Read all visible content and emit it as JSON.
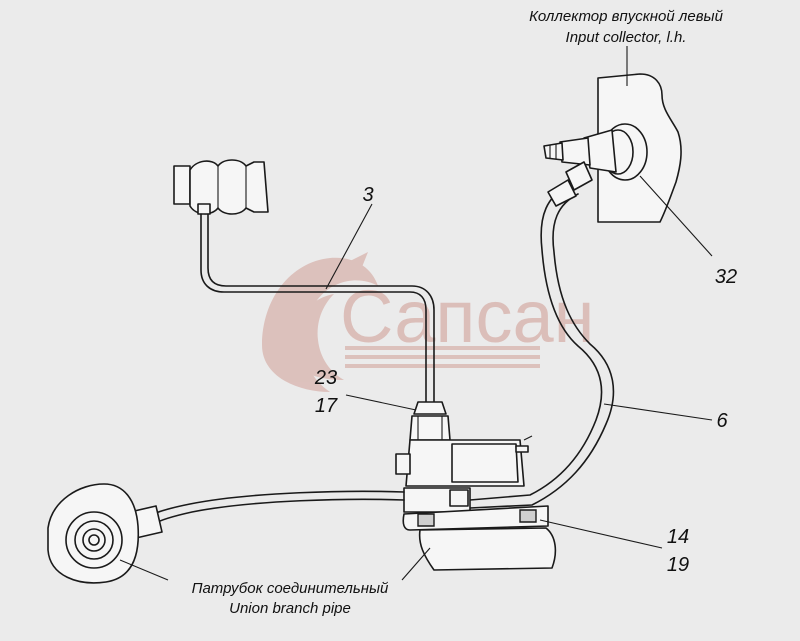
{
  "watermark": {
    "text": "Сапсан",
    "color": "#d9b7b1"
  },
  "callouts": {
    "collector_ru": "Коллектор впускной левый",
    "collector_en": "Input collector, l.h.",
    "union_ru": "Патрубок соединительный",
    "union_en": "Union branch pipe"
  },
  "part_numbers": {
    "n3": "3",
    "n32": "32",
    "n23": "23",
    "n17": "17",
    "n6": "6",
    "n14": "14",
    "n19": "19"
  }
}
